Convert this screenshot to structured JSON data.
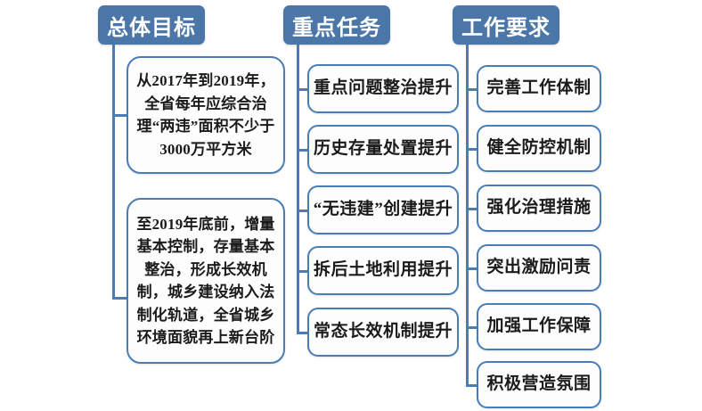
{
  "diagram": {
    "title_bar_color": "#4a77a8",
    "box_border_color": "#4a7db5",
    "box_fill_color": "#fdfdfd",
    "connector_color": "#4a7db5",
    "columns": [
      {
        "id": "overall-goal",
        "header": "总体目标",
        "items": [
          "从2017年到2019年，全省每年应综合治理“两违”面积不少于3000万平方米",
          "至2019年底前，增量基本控制，存量基本整治，形成长效机制，城乡建设纳入法制化轨道，全省城乡环境面貌再上新台阶"
        ]
      },
      {
        "id": "key-tasks",
        "header": "重点任务",
        "items": [
          "重点问题整治提升",
          "历史存量处置提升",
          "“无违建”创建提升",
          "拆后土地利用提升",
          "常态长效机制提升"
        ]
      },
      {
        "id": "work-requirements",
        "header": "工作要求",
        "items": [
          "完善工作体制",
          "健全防控机制",
          "强化治理措施",
          "突出激励问责",
          "加强工作保障",
          "积极营造氛围"
        ]
      }
    ]
  }
}
